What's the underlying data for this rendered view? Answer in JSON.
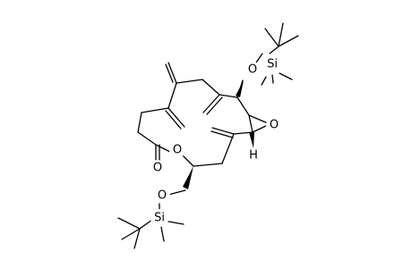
{
  "structure": {
    "atoms": {
      "o_tbs_top": "O",
      "si_top": "Si",
      "o_epoxide": "O",
      "h_epoxide": "H",
      "o_lactone_ring": "O",
      "o_lactone_carbonyl": "O",
      "o_tbs_bottom": "O",
      "si_bottom": "Si"
    }
  }
}
